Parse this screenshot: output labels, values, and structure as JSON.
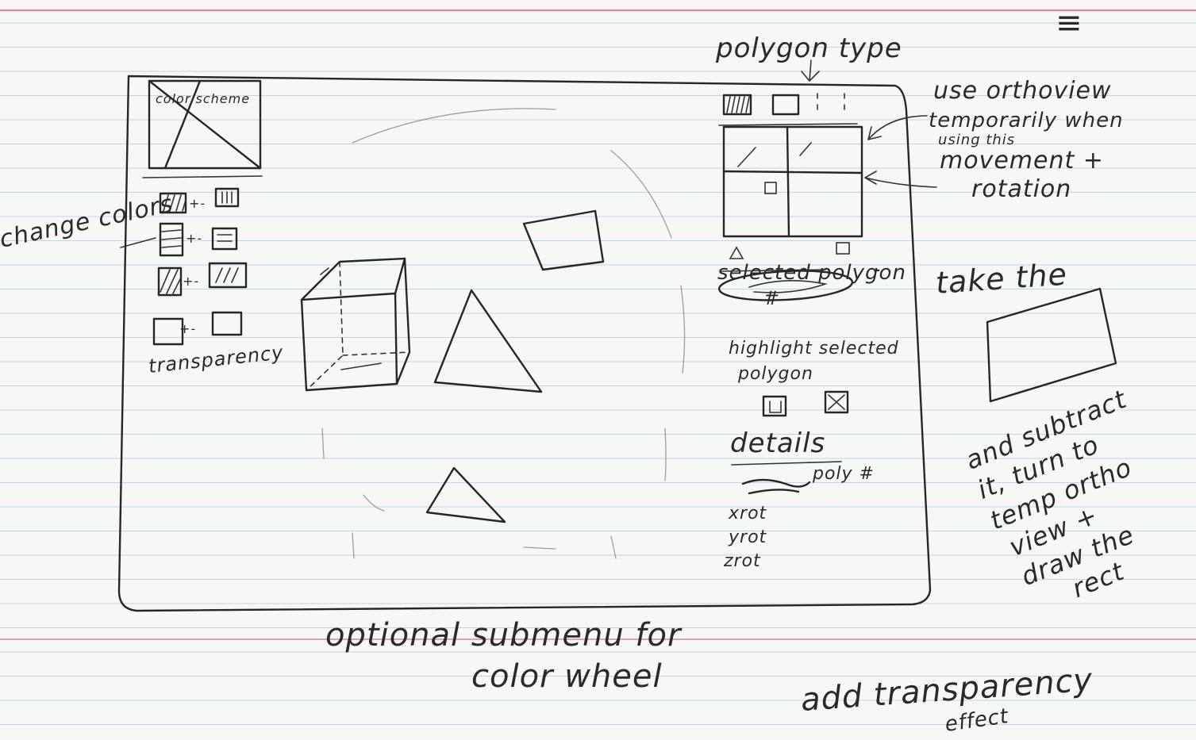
{
  "colors": {
    "paper": "#f6f6f4",
    "rule_blue": "#b7c9e2",
    "margin_red": "#d9869a",
    "ink": "#262626"
  },
  "sketch": {
    "top_right_marks": "≡",
    "polygon_type_label": "polygon type",
    "color_scheme_label": "color scheme",
    "change_colors_label": "change colors",
    "transparency_label": "transparency",
    "plus_minus": "+-",
    "ortho_note": [
      "use orthoview",
      "temporarily when",
      "using this",
      "movement +",
      "rotation"
    ],
    "selected_polygon_label": "selected polygon",
    "selected_polygon_hash": "#",
    "highlight_label": [
      "highlight selected",
      "polygon"
    ],
    "details_label": "details",
    "poly_hash_label": "poly #",
    "rot_labels": [
      "xrot",
      "yrot",
      "zrot"
    ],
    "take_the_label": "take the",
    "subtract_note": [
      "and subtract",
      "it, turn to",
      "temp ortho",
      "view +",
      "draw the",
      "rect"
    ],
    "bottom_note": [
      "optional submenu for",
      "color wheel"
    ],
    "add_transparency_label": "add transparency",
    "effect_label": "effect"
  }
}
